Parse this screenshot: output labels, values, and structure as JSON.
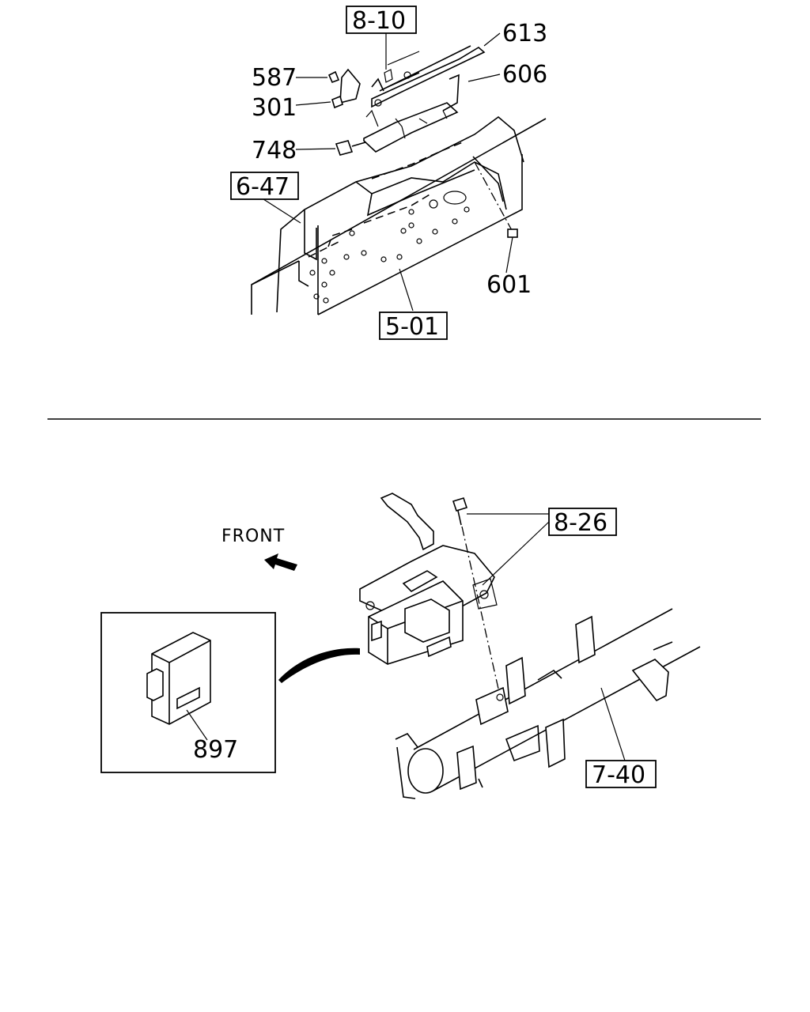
{
  "labels": {
    "ref_8_10": "8-10",
    "num_613": "613",
    "num_606": "606",
    "num_587": "587",
    "num_301": "301",
    "num_748": "748",
    "ref_6_47": "6-47",
    "num_601": "601",
    "ref_5_01": "5-01",
    "front": "FRONT",
    "ref_8_26": "8-26",
    "num_897": "897",
    "ref_7_40": "7-40"
  }
}
